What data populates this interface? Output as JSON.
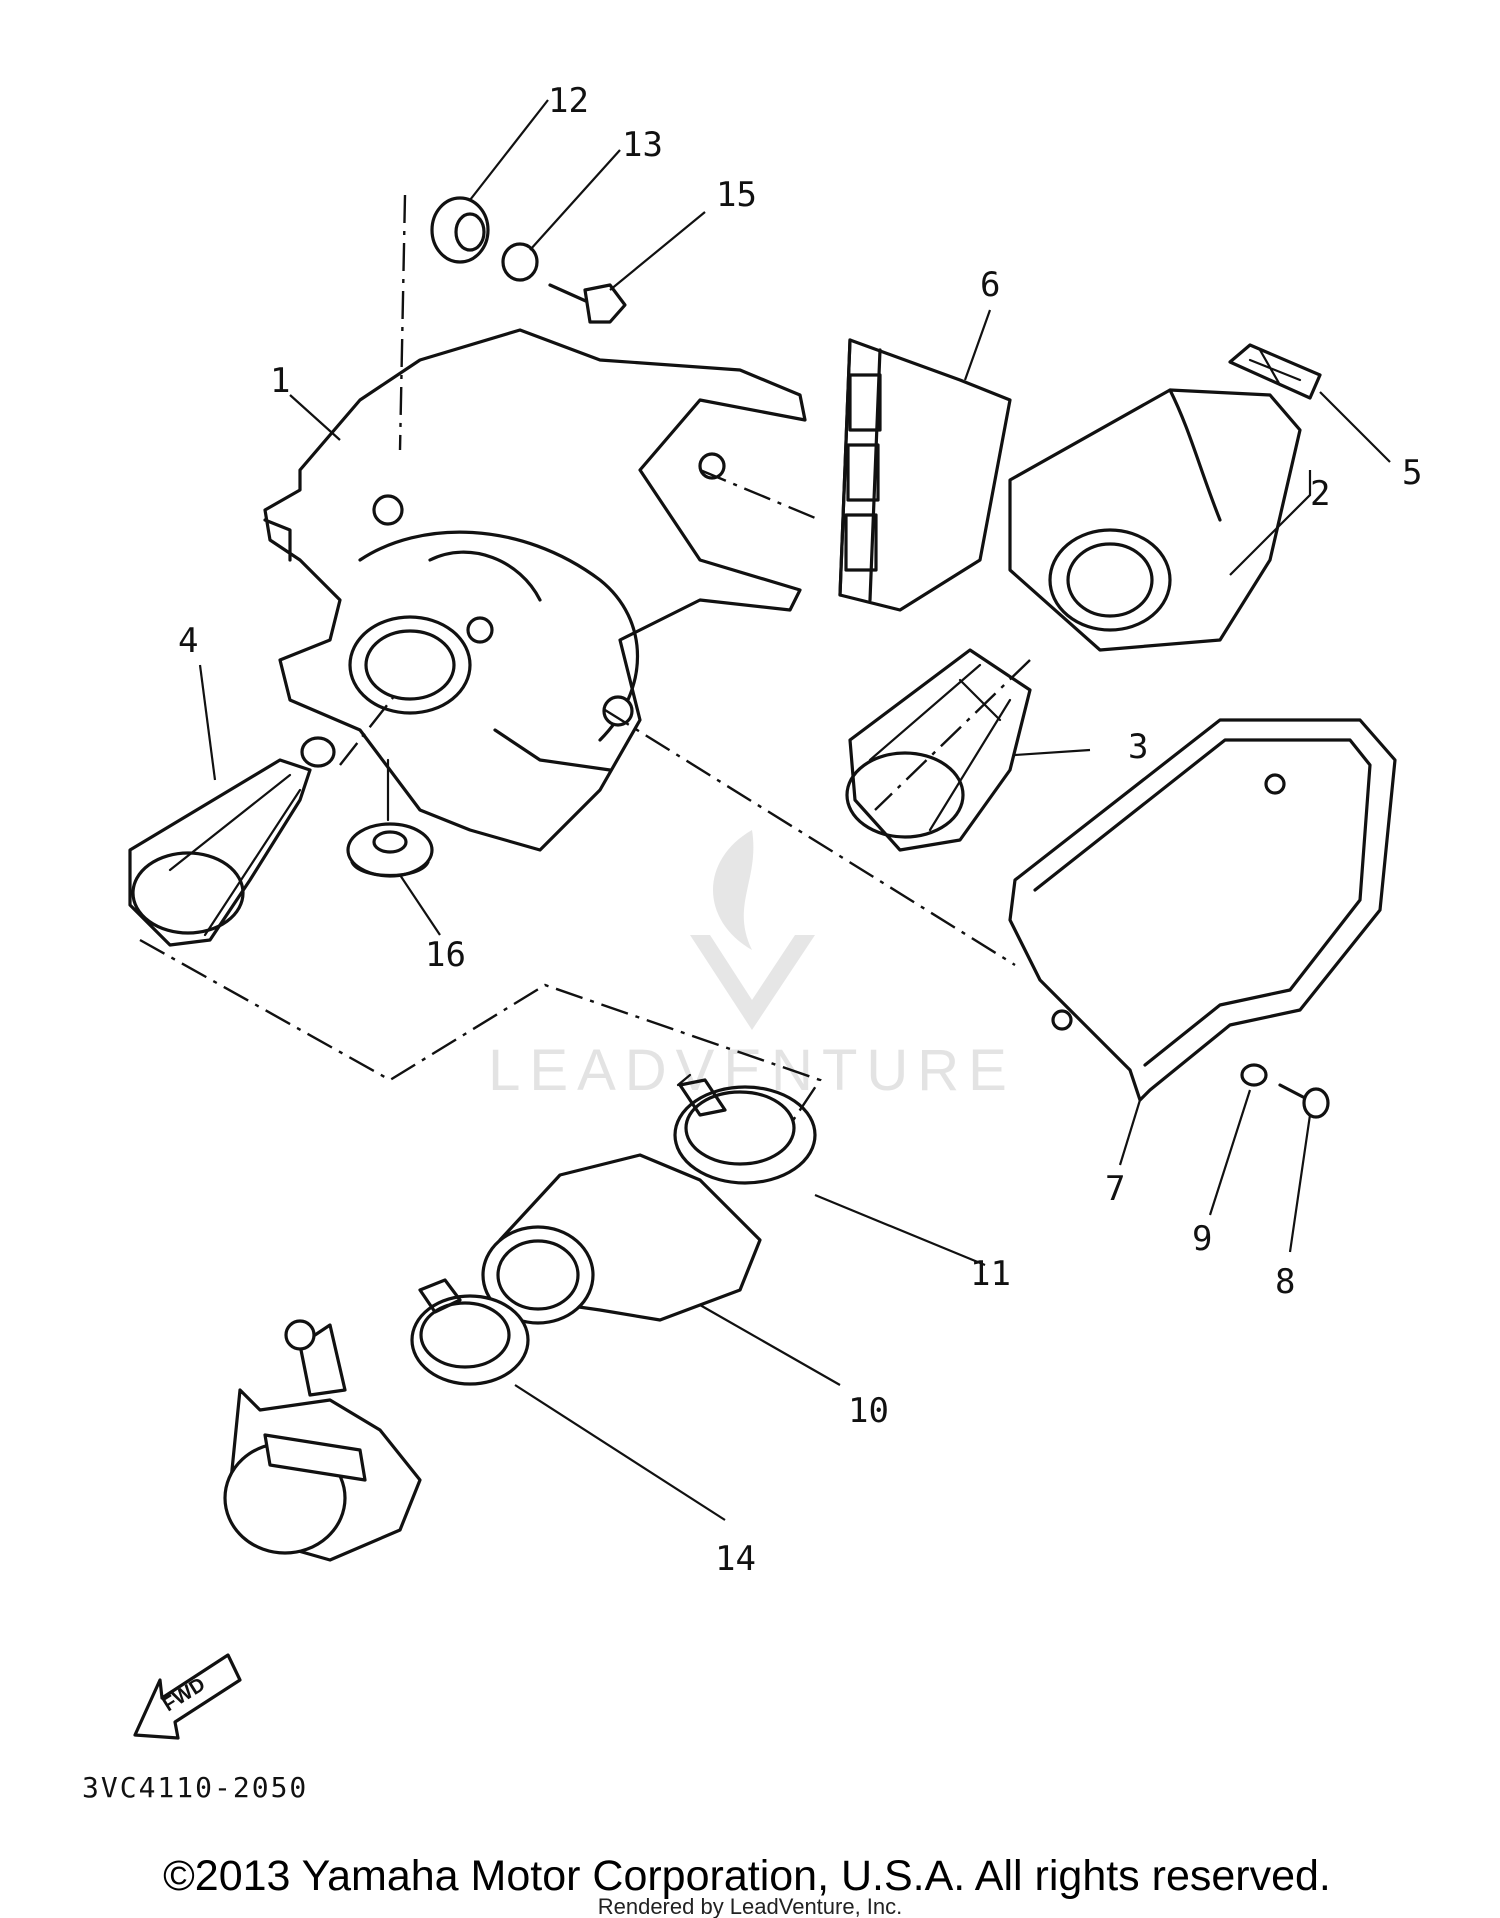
{
  "diagram": {
    "callouts": [
      "1",
      "2",
      "3",
      "4",
      "5",
      "6",
      "7",
      "8",
      "9",
      "10",
      "11",
      "12",
      "13",
      "14",
      "15",
      "16"
    ],
    "direction_label": "FWD",
    "part_code": "3VC4110-2050",
    "watermark": "LEADVENTURE"
  },
  "footer": {
    "copyright": "©2013 Yamaha Motor Corporation, U.S.A. All rights reserved.",
    "rendered_by": "Rendered by LeadVenture, Inc."
  }
}
